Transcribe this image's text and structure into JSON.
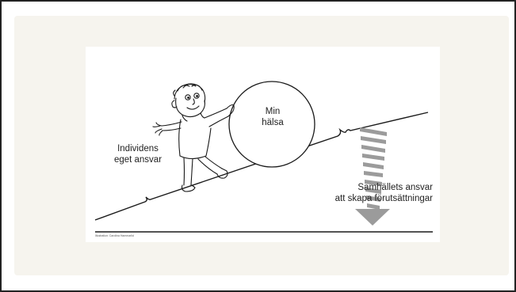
{
  "illustration": {
    "ball_line1": "Min",
    "ball_line2": "hälsa",
    "individ_line1": "Individens",
    "individ_line2": "eget ansvar",
    "samhalle_line1": "Samhällets ansvar",
    "samhalle_line2": "att skapa förutsättningar",
    "credit": "Illustration: Carolina Hammarlid"
  },
  "colors": {
    "outer_border": "#222222",
    "panel_background": "#f6f4ee",
    "card_background": "#ffffff",
    "line_art": "#1a1a1a",
    "arrow": "#9b9b9b"
  }
}
